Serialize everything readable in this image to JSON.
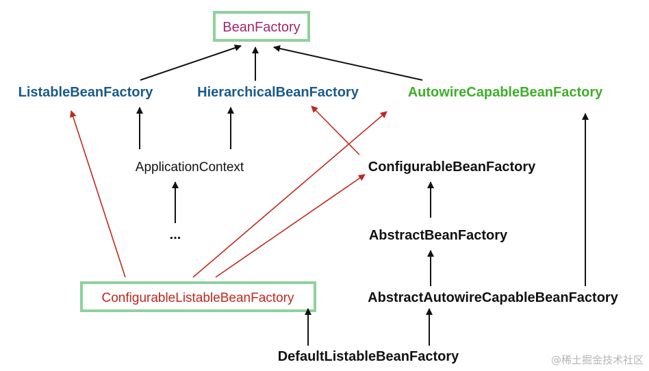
{
  "nodes": {
    "bean_factory": "BeanFactory",
    "listable": "ListableBeanFactory",
    "hierarchical": "HierarchicalBeanFactory",
    "autowire_capable": "AutowireCapableBeanFactory",
    "application_context": "ApplicationContext",
    "configurable": "ConfigurableBeanFactory",
    "ellipsis": "...",
    "abstract_bean_factory": "AbstractBeanFactory",
    "configurable_listable": "ConfigurableListableBeanFactory",
    "abstract_autowire_capable": "AbstractAutowireCapableBeanFactory",
    "default_listable": "DefaultListableBeanFactory"
  },
  "watermark": "@稀土掘金技术社区",
  "colors": {
    "bean_factory_text": "#a0266a",
    "blue_text": "#1a5a8a",
    "green_text": "#3fae2a",
    "red_text": "#c0271d",
    "black_text": "#111111",
    "box_border": "#8fd19e",
    "black_arrow": "#111111",
    "red_arrow": "#c0271d",
    "watermark": "#b5b5b5"
  }
}
